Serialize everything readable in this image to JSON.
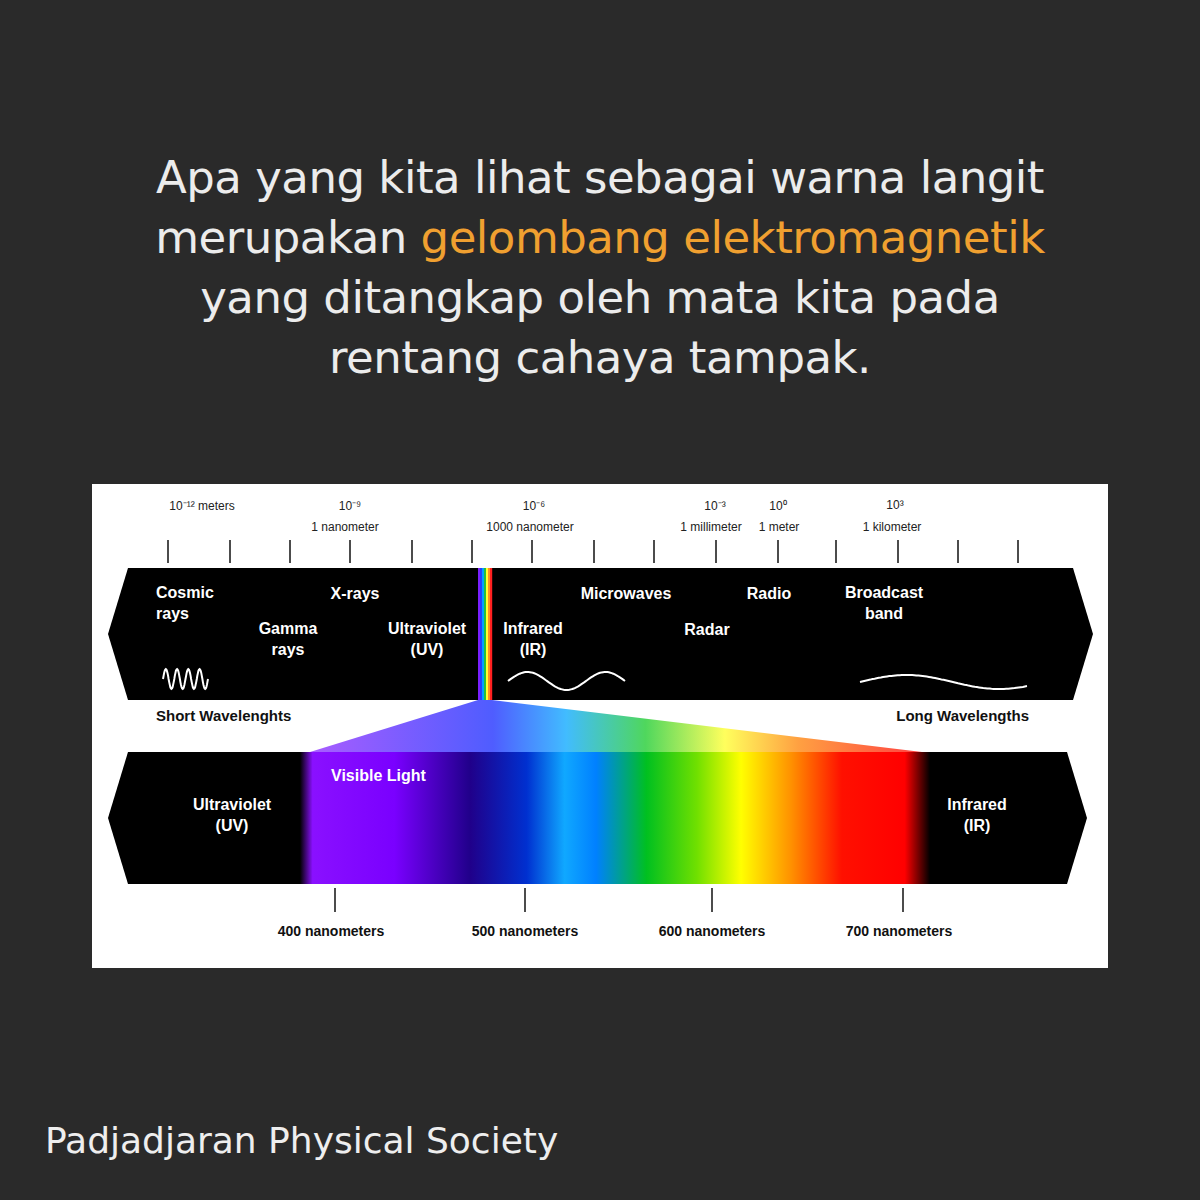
{
  "diagram": {
    "nodes": [
      {
        "text": [
          "Cosmic rays",
          "Gamma rays",
          "X-rays",
          "Ultraviolet (UV)",
          "Infrared (IR)",
          "Microwaves",
          "Radar",
          "Radio",
          "Broadcast band"
        ]
      },
      {
        "text": [
          "Visible Light",
          "Ultraviolet (UV)",
          "Infrared (IR)"
        ]
      }
    ],
    "labels": [
      "Apa yang kita lihat sebagai warna langit merupakan",
      "gelombang elektromagnetik",
      "yang ditangkap oleh mata kita pada rentang cahaya tampak.",
      "Padjadjaran Physical Society",
      "10⁻¹² meters",
      "10⁻⁹",
      "1 nanometer",
      "10⁻⁶",
      "1000 nanometer",
      "10⁻³",
      "1 millimeter",
      "10⁰",
      "1 meter",
      "10³",
      "1 kilometer",
      "Short Wavelenghts",
      "Long Wavelengths",
      "400 nanometers",
      "500 nanometers",
      "600 nanometers",
      "700 nanometers"
    ]
  }
}
